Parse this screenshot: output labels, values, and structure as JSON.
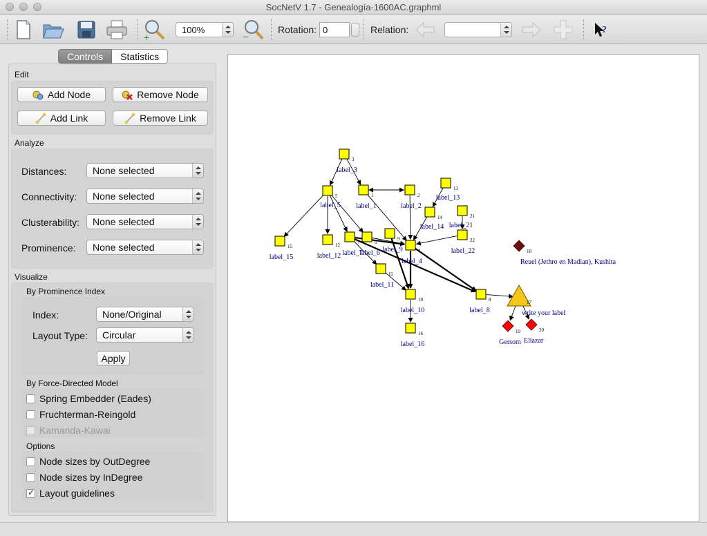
{
  "window": {
    "title": "SocNetV 1.7 - Genealogía-1600AC.graphml"
  },
  "toolbar": {
    "zoom_value": "100%",
    "rotation_label": "Rotation:",
    "rotation_value": "0",
    "relation_label": "Relation:",
    "relation_value": "",
    "icons": [
      "new-file-icon",
      "open-folder-icon",
      "save-disk-icon",
      "print-icon",
      "zoom-in-icon",
      "zoom-out-icon",
      "arrow-left-icon",
      "arrow-right-icon",
      "plus-icon",
      "whats-this-help-icon"
    ]
  },
  "tabs": [
    {
      "label": "Controls"
    },
    {
      "label": "Statistics"
    }
  ],
  "edit": {
    "title": "Edit",
    "add_node": "Add Node",
    "remove_node": "Remove Node",
    "add_link": "Add Link",
    "remove_link": "Remove Link"
  },
  "analyze": {
    "title": "Analyze",
    "rows": [
      {
        "label": "Distances:",
        "value": "None selected"
      },
      {
        "label": "Connectivity:",
        "value": "None selected"
      },
      {
        "label": "Clusterability:",
        "value": "None selected"
      },
      {
        "label": "Prominence:",
        "value": "None selected"
      }
    ]
  },
  "visualize": {
    "title": "Visualize",
    "prominence": {
      "title": "By Prominence Index",
      "index_label": "Index:",
      "index_value": "None/Original",
      "layout_label": "Layout Type:",
      "layout_value": "Circular",
      "apply": "Apply"
    },
    "force": {
      "title": "By Force-Directed Model",
      "options": [
        {
          "label": "Spring Embedder (Eades)",
          "checked": false,
          "enabled": true
        },
        {
          "label": "Fruchterman-Reingold",
          "checked": false,
          "enabled": true
        },
        {
          "label": "Kamanda-Kawai",
          "checked": false,
          "enabled": false
        }
      ]
    },
    "options": {
      "title": "Options",
      "items": [
        {
          "label": "Node sizes by OutDegree",
          "checked": false
        },
        {
          "label": "Node sizes by InDegree",
          "checked": false
        },
        {
          "label": "Layout guidelines",
          "checked": true
        }
      ]
    }
  },
  "graph": {
    "colors": {
      "node": "#ffff00",
      "triangle": "#f5c518",
      "red": "#ff0000",
      "dark": "#6b0f0f",
      "label": "#000080"
    },
    "nodes": [
      {
        "id": "3",
        "number": "3",
        "label": "label_3",
        "shape": "box",
        "color": "yellow"
      },
      {
        "id": "5",
        "number": "5",
        "label": "label_5",
        "shape": "box",
        "color": "yellow"
      },
      {
        "id": "1",
        "number": "1",
        "label": "label_1",
        "shape": "box",
        "color": "yellow"
      },
      {
        "id": "2",
        "number": "2",
        "label": "label_2",
        "shape": "box",
        "color": "yellow"
      },
      {
        "id": "13",
        "number": "13",
        "label": "label_13",
        "shape": "box",
        "color": "yellow"
      },
      {
        "id": "14",
        "number": "14",
        "label": "label_14",
        "shape": "box",
        "color": "yellow"
      },
      {
        "id": "21",
        "number": "21",
        "label": "label_21",
        "shape": "box",
        "color": "yellow"
      },
      {
        "id": "22",
        "number": "22",
        "label": "label_22",
        "shape": "box",
        "color": "yellow"
      },
      {
        "id": "15",
        "number": "15",
        "label": "label_15",
        "shape": "box",
        "color": "yellow"
      },
      {
        "id": "12",
        "number": "12",
        "label": "label_12",
        "shape": "box",
        "color": "yellow"
      },
      {
        "id": "7",
        "number": "7",
        "label": "label_7",
        "shape": "box",
        "color": "yellow"
      },
      {
        "id": "6",
        "number": "6",
        "label": "label_6",
        "shape": "box",
        "color": "yellow"
      },
      {
        "id": "9",
        "number": "9",
        "label": "label_9",
        "shape": "box",
        "color": "yellow"
      },
      {
        "id": "4",
        "number": "4",
        "label": "label_4",
        "shape": "box",
        "color": "yellow"
      },
      {
        "id": "11",
        "number": "11",
        "label": "label_11",
        "shape": "box",
        "color": "yellow"
      },
      {
        "id": "10",
        "number": "10",
        "label": "label_10",
        "shape": "box",
        "color": "yellow"
      },
      {
        "id": "16",
        "number": "16",
        "label": "label_16",
        "shape": "box",
        "color": "yellow"
      },
      {
        "id": "8",
        "number": "8",
        "label": "label_8",
        "shape": "box",
        "color": "yellow"
      },
      {
        "id": "17",
        "number": "17",
        "label": "write your label",
        "shape": "triangle",
        "color": "triangle"
      },
      {
        "id": "18",
        "number": "18",
        "label": "Reuel (Jethro en Madian), Kushita",
        "shape": "diamond",
        "color": "dark"
      },
      {
        "id": "19",
        "number": "19",
        "label": "Gersom",
        "shape": "diamond",
        "color": "red"
      },
      {
        "id": "20",
        "number": "20",
        "label": "Eliazar",
        "shape": "diamond",
        "color": "red"
      }
    ],
    "edges": [
      {
        "from": "3",
        "to": "5"
      },
      {
        "from": "3",
        "to": "1"
      },
      {
        "from": "5",
        "to": "15"
      },
      {
        "from": "5",
        "to": "12"
      },
      {
        "from": "5",
        "to": "7"
      },
      {
        "from": "5",
        "to": "6"
      },
      {
        "from": "1",
        "to": "2",
        "bidirectional": true
      },
      {
        "from": "1",
        "to": "4"
      },
      {
        "from": "2",
        "to": "4"
      },
      {
        "from": "13",
        "to": "14"
      },
      {
        "from": "14",
        "to": "4"
      },
      {
        "from": "21",
        "to": "22"
      },
      {
        "from": "22",
        "to": "4"
      },
      {
        "from": "7",
        "to": "4",
        "bold": true
      },
      {
        "from": "7",
        "to": "11"
      },
      {
        "from": "6",
        "to": "4"
      },
      {
        "from": "9",
        "to": "10",
        "bold": true
      },
      {
        "from": "4",
        "to": "10",
        "bold": true
      },
      {
        "from": "4",
        "to": "8",
        "bold": true
      },
      {
        "from": "7",
        "to": "8",
        "bold": true
      },
      {
        "from": "11",
        "to": "10"
      },
      {
        "from": "10",
        "to": "16"
      },
      {
        "from": "8",
        "to": "17"
      },
      {
        "from": "17",
        "to": "19"
      },
      {
        "from": "17",
        "to": "20"
      }
    ]
  }
}
